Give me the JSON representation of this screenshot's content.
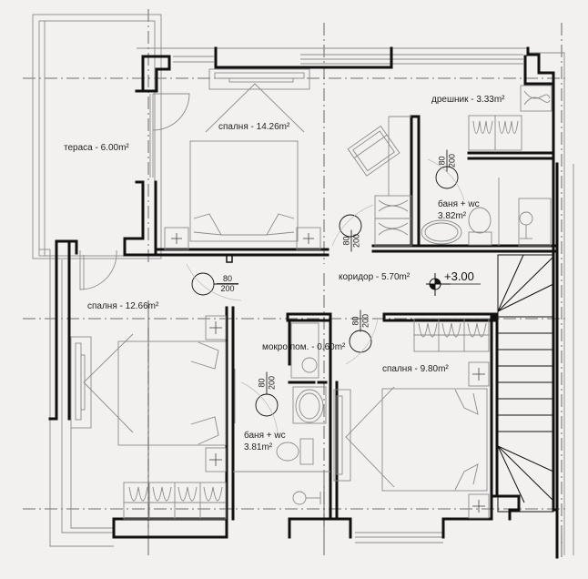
{
  "plan": {
    "background": "#f3f1ef",
    "wall_color": "#111111",
    "thin_line_color": "#8a8a8a",
    "axis_line_color": "#444444"
  },
  "rooms": [
    {
      "id": "terrace",
      "name": "тераса",
      "area": "6.00m²",
      "label": "тераса - 6.00m²"
    },
    {
      "id": "bedroom1",
      "name": "спалня",
      "area": "14.26m²",
      "label": "спалня - 14.26m²"
    },
    {
      "id": "wardrobe",
      "name": "дрешник",
      "area": "3.33m²",
      "label": "дрешник - 3.33m²"
    },
    {
      "id": "bath1",
      "name": "баня + wc",
      "area": "3.82m²",
      "label_line1": "баня + wc",
      "label_line2": "3.82m²"
    },
    {
      "id": "corridor",
      "name": "коридор",
      "area": "5.70m²",
      "label": "коридор - 5.70m²"
    },
    {
      "id": "bedroom2",
      "name": "спалня",
      "area": "12.66m²",
      "label": "спалня - 12.66m²"
    },
    {
      "id": "wetroom",
      "name": "мокро пом.",
      "area": "0.60m²",
      "label": "мокро пом. - 0.60m²"
    },
    {
      "id": "bath2",
      "name": "баня + wc",
      "area": "3.81m²",
      "label_line1": "баня + wc",
      "label_line2": "3.81m²"
    },
    {
      "id": "bedroom3",
      "name": "спалня",
      "area": "9.80m²",
      "label": "спалня - 9.80m²"
    }
  ],
  "level_mark": {
    "value": "+3.00"
  },
  "doors": [
    {
      "id": "door-corridor-bedroom1",
      "width": "80",
      "height": "200"
    },
    {
      "id": "door-corridor-bedroom2",
      "width": "80",
      "height": "200"
    },
    {
      "id": "door-bedroom1-wardrobe",
      "width": "80",
      "height": "200"
    },
    {
      "id": "door-wardrobe-bath",
      "width": "80",
      "height": "200"
    },
    {
      "id": "door-corridor-bath2",
      "width": "80",
      "height": "200"
    },
    {
      "id": "door-corridor-bedroom3",
      "width": "80",
      "height": "200"
    }
  ]
}
